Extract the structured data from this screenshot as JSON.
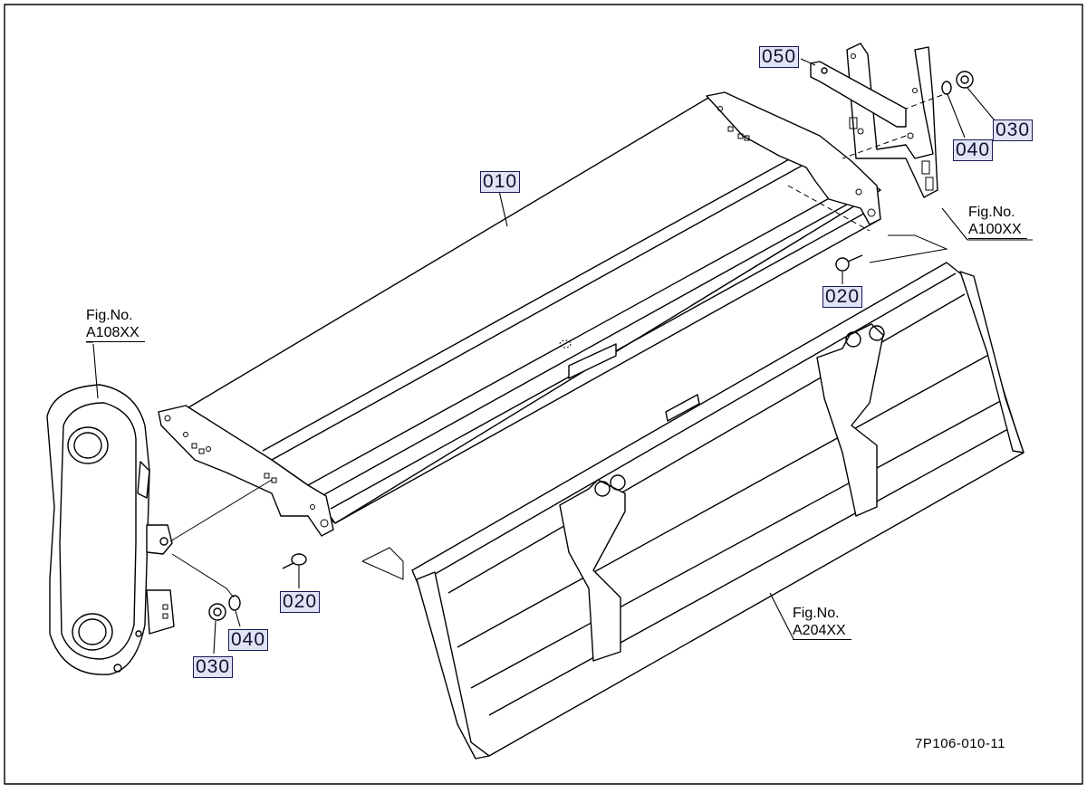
{
  "callouts": {
    "c010": "010",
    "c050": "050",
    "c030_right": "030",
    "c040_right": "040",
    "c020_right": "020",
    "c020_left": "020",
    "c040_left": "040",
    "c030_left": "030"
  },
  "fig_refs": {
    "ref_a108": {
      "label": "Fig.No.",
      "code": "A108XX"
    },
    "ref_a100": {
      "label": "Fig.No.",
      "code": "A100XX"
    },
    "ref_a204": {
      "label": "Fig.No.",
      "code": "A204XX"
    }
  },
  "diagram_id": "7P106-010-11"
}
